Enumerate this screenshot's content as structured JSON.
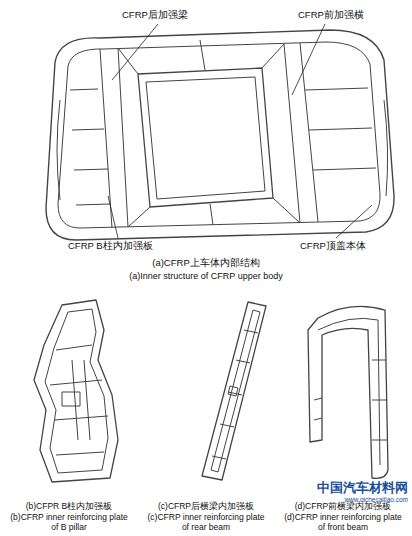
{
  "diagram": {
    "labels": [
      "CFRP后加强梁",
      "CFRP前加强横",
      "CFRP B柱内加强板",
      "CFRP顶盖本体",
      "(a)CFRP上车体内部结构",
      "(a)Inner structure of CFRP upper body",
      "(b)CFPR B柱内加强板",
      "(b)CFRP inner reinforcing plate of B pillar",
      "(c)CFRP后横梁内加强板",
      "(c)CFRP inner reinforcing plate of rear beam",
      "(d)CFRP前横梁内加强板",
      "(d)CFRP inner reinforcing plate of front beam",
      "中国汽车材料网",
      "www.qichecailiao.com"
    ]
  }
}
